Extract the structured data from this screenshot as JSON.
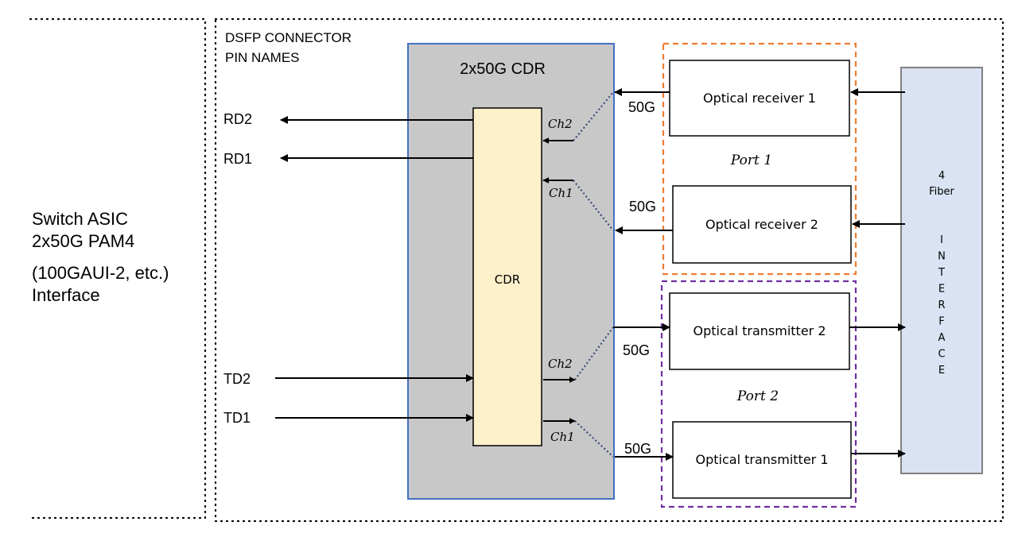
{
  "switch_asic": {
    "lines": [
      "Switch ASIC",
      "2x50G PAM4",
      "(100GAUI-2, etc.)",
      "Interface"
    ]
  },
  "connector": {
    "heading_lines": [
      "DSFP CONNECTOR",
      "PIN NAMES"
    ],
    "pins": {
      "rd2": "RD2",
      "rd1": "RD1",
      "td2": "TD2",
      "td1": "TD1"
    }
  },
  "cdr_block": {
    "title": "2x50G CDR",
    "inner_label": "CDR",
    "channels": {
      "rx_ch2": "Ch2",
      "rx_ch1": "Ch1",
      "tx_ch2": "Ch2",
      "tx_ch1": "Ch1"
    }
  },
  "links": {
    "rx1_rate": "50G",
    "rx2_rate": "50G",
    "tx2_rate": "50G",
    "tx1_rate": "50G"
  },
  "port1": {
    "label": "Port 1",
    "receivers": [
      "Optical receiver 1",
      "Optical receiver 2"
    ]
  },
  "port2": {
    "label": "Port 2",
    "transmitters": [
      "Optical transmitter 2",
      "Optical transmitter 1"
    ]
  },
  "fiber_interface": {
    "heading": [
      "4",
      "Fiber"
    ],
    "letters": [
      "I",
      "N",
      "T",
      "E",
      "R",
      "F",
      "A",
      "C",
      "E"
    ]
  },
  "colors": {
    "cdr_fill": "#c8c8c8",
    "cdr_border": "#4472c4",
    "cdr_inner_fill": "#fdf1cc",
    "port1_border": "#ed7d31",
    "port2_border": "#7030a0",
    "fiber_fill": "#dae3f3",
    "fiber_border": "#808080"
  }
}
